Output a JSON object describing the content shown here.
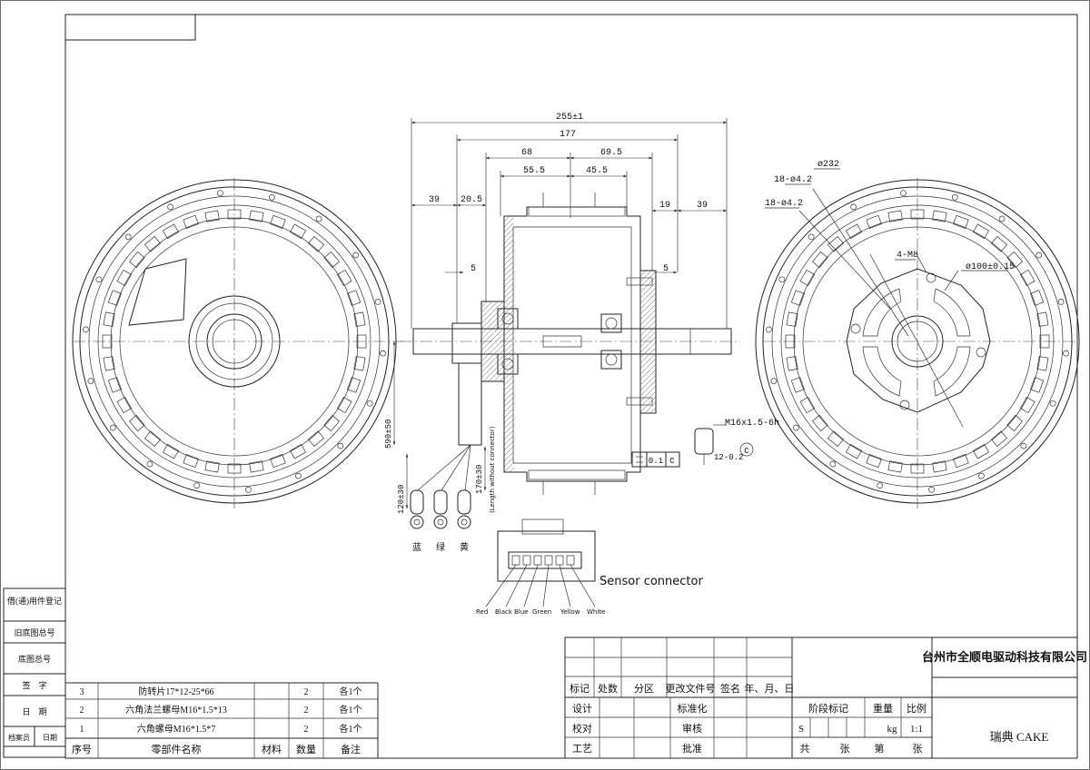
{
  "dimensions": {
    "overall": "255±1",
    "hub_width": "177",
    "left_half": "68",
    "right_half": "69.5",
    "inner_left": "55.5",
    "inner_right": "45.5",
    "left_shaft": "39",
    "left_offset": "20.5",
    "right_offset": "19",
    "right_shaft": "39",
    "step_left": "5",
    "step_right": "5",
    "cable_length": "590±50",
    "lead_length": "120±30",
    "connector_length": "170±30",
    "cable_note": "(Length without connector)",
    "thread": "M16x1.5-6h",
    "flat": "12-0.2",
    "flat_datum": "C",
    "parallelism": "0.1",
    "parallelism_datum": "C"
  },
  "right_view": {
    "pcd": "ø232",
    "spoke_holes_outer": "18-ø4.2",
    "spoke_holes_inner": "18-ø4.2",
    "threads": "4-M8",
    "pilot": "ø100±0.15"
  },
  "wires": {
    "lead_colors": [
      "蓝",
      "绿",
      "黄"
    ],
    "sensor_title": "Sensor connector",
    "sensor_pins": [
      "Red",
      "Black",
      "Blue",
      "Green",
      "Yellow",
      "White"
    ]
  },
  "left_side_block": {
    "rows": [
      "借(通)用件登记",
      "旧底图总号",
      "底图总号",
      "签　字",
      "日　期"
    ],
    "bottom_left": "档案员",
    "bottom_right": "日期"
  },
  "parts_list": {
    "header": {
      "no": "序号",
      "name": "零部件名称",
      "material": "材料",
      "qty": "数量",
      "remark": "备注"
    },
    "rows": [
      {
        "no": "3",
        "name": "防转片17*12-25*66",
        "material": "",
        "qty": "2",
        "remark": "各1个"
      },
      {
        "no": "2",
        "name": "六角法兰螺母M16*1.5*13",
        "material": "",
        "qty": "2",
        "remark": "各1个"
      },
      {
        "no": "1",
        "name": "六角螺母M16*1.5*7",
        "material": "",
        "qty": "2",
        "remark": "各1个"
      }
    ]
  },
  "title_block": {
    "company": "台州市全顺电驱动科技有限公司",
    "rev_headers": [
      "标记",
      "处数",
      "分区",
      "更改文件号",
      "签名",
      "年、月、日"
    ],
    "design": "设计",
    "check": "校对",
    "process": "工艺",
    "standard": "标准化",
    "review": "审核",
    "approve": "批准",
    "stage": "阶段标记",
    "weight": "重量",
    "scale_label": "比例",
    "stage_value": "S",
    "weight_unit": "kg",
    "scale": "1:1",
    "total": "共",
    "sheets": "张",
    "num": "第",
    "sheet2": "张",
    "drawing_name": "瑞典 CAKE"
  }
}
